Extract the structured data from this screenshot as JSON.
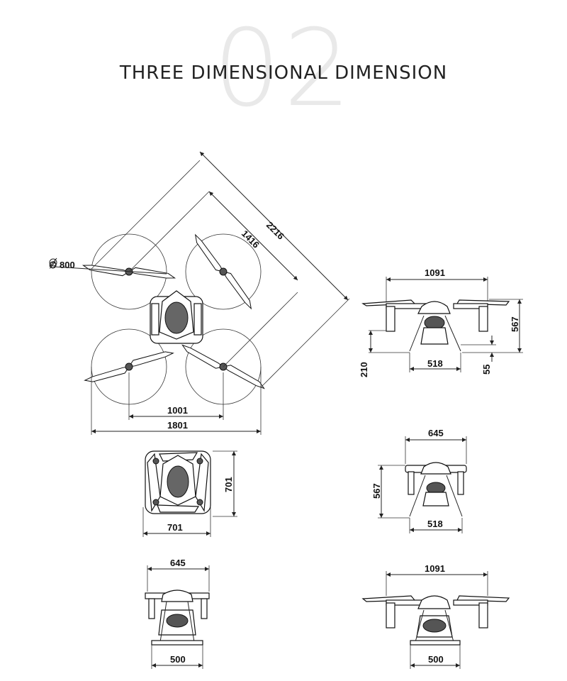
{
  "header": {
    "section_number": "02",
    "title": "THREE DIMENSIONAL DIMENSION"
  },
  "top_view": {
    "prop_diameter_symbol": "∅",
    "prop_diameter": "800",
    "diagonal_outer": "2216",
    "diagonal_inner": "1416",
    "width_inner": "1001",
    "width_outer": "1801"
  },
  "side_view_right": {
    "width": "1091",
    "height": "567",
    "leg_spread": "518",
    "ground_height": "210",
    "foot_height": "55"
  },
  "folded_top_view": {
    "width": "701",
    "height": "701"
  },
  "folded_side_view": {
    "width": "645",
    "height": "567",
    "leg_spread": "518"
  },
  "front_folded_view": {
    "width": "645",
    "base_width": "500"
  },
  "front_view": {
    "width": "1091",
    "base_width": "500"
  }
}
